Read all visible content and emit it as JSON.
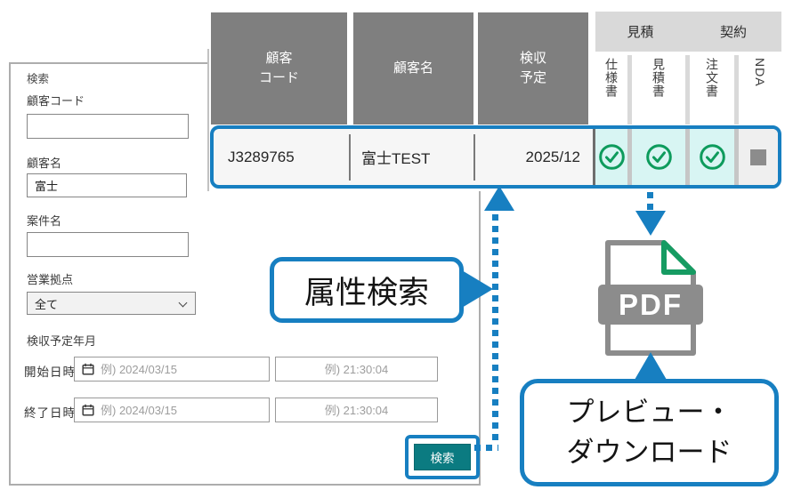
{
  "form": {
    "title": "検索",
    "customer_code_label": "顧客コード",
    "customer_code_value": "",
    "customer_name_label": "顧客名",
    "customer_name_value": "富士",
    "project_name_label": "案件名",
    "project_name_value": "",
    "sales_office_label": "営業拠点",
    "sales_office_value": "全て",
    "acceptance_label": "検収予定年月",
    "start_label": "開始日時",
    "end_label": "終了日時",
    "date_placeholder": "例) 2024/03/15",
    "time_placeholder": "例) 21:30:04",
    "search_button": "検索"
  },
  "table": {
    "header": {
      "customer_code": "顧客\nコード",
      "customer_name": "顧客名",
      "acceptance": "検収\n予定"
    },
    "groups": [
      "見積",
      "契約"
    ],
    "doc_cols": [
      "仕様書",
      "見積書",
      "注文書",
      "NDA"
    ],
    "row": {
      "customer_code": "J3289765",
      "customer_name": "富士TEST",
      "acceptance": "2025/12",
      "checks": [
        true,
        true,
        true
      ],
      "nda_checked": false
    }
  },
  "annotations": {
    "attribute_search": "属性検索",
    "preview_download": "プレビュー・\nダウンロード",
    "pdf_label": "PDF"
  },
  "colors": {
    "accent_blue": "#177fc1",
    "button_teal": "#0b7b81",
    "check_green": "#0d9b5c",
    "fold_green": "#169b62",
    "header_gray": "#7f7f7f",
    "band_gray": "#d9d9d9",
    "check_cell_bg": "#d8f5f3"
  }
}
